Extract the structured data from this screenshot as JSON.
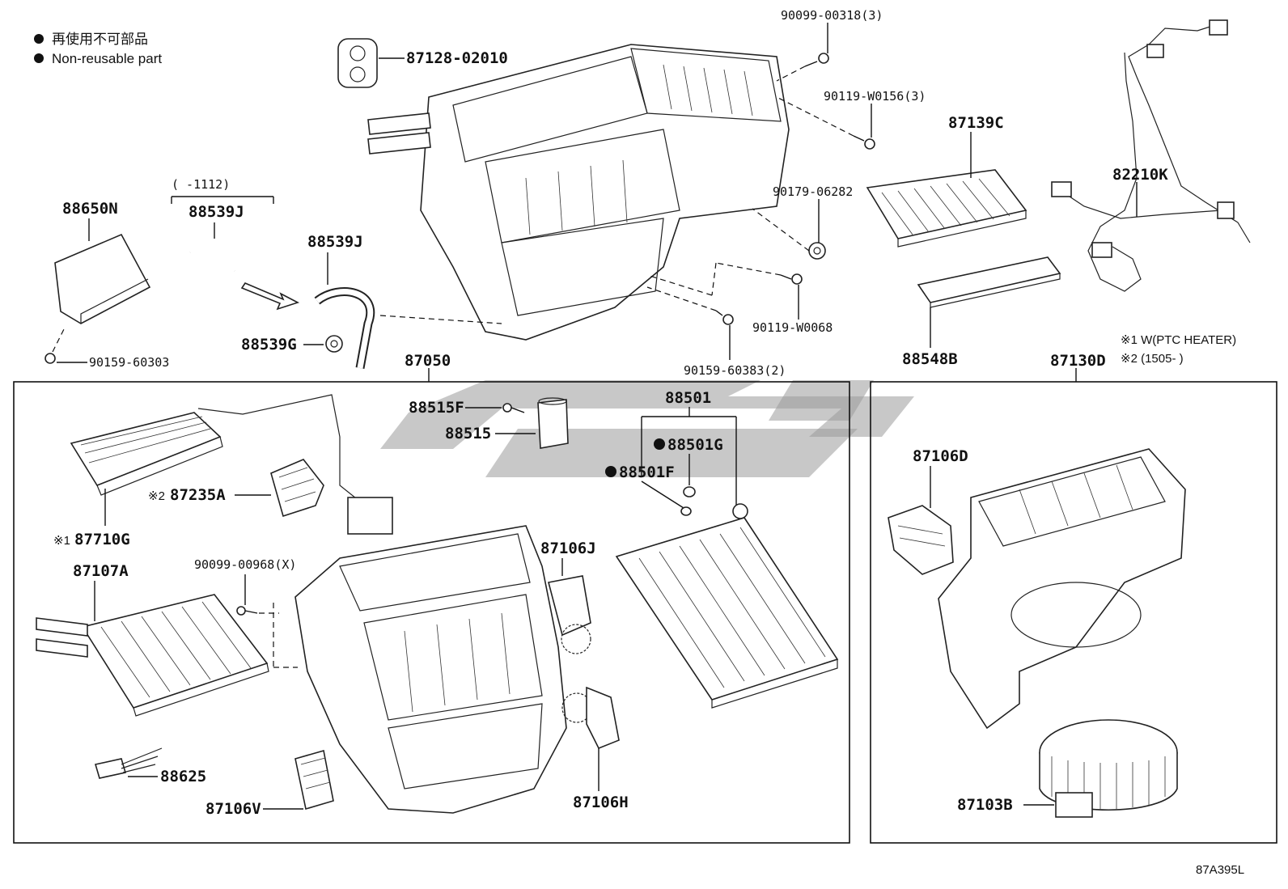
{
  "legend": {
    "line_jp": "再使用不可部品",
    "line_en": "Non-reusable part"
  },
  "notes": {
    "note1": "※1 W(PTC HEATER)",
    "note2": "※2 (1505-       )"
  },
  "diagram_id": "87A395L",
  "labels": {
    "p87128": "87128-02010",
    "p90099_318": "90099-00318(3)",
    "p90119_w0156": "90119-W0156(3)",
    "p87139c": "87139C",
    "p82210k": "82210K",
    "p90179": "90179-06282",
    "p88650n": "88650N",
    "range_1112": "(      -1112)",
    "p88539j_a": "88539J",
    "p88539j_b": "88539J",
    "p88539g": "88539G",
    "p90159_60303": "90159-60303",
    "p90119_w0068": "90119-W0068",
    "p88548b": "88548B",
    "p90159_60383": "90159-60383(2)",
    "p87050": "87050",
    "p87130d": "87130D",
    "p88515f": "88515F",
    "p88515": "88515",
    "p88501": "88501",
    "p88501g": "88501G",
    "p88501f": "88501F",
    "p87235a": "87235A",
    "p87710g": "87710G",
    "p87106d": "87106D",
    "p90099_968": "90099-00968(X)",
    "p87106j": "87106J",
    "p87107a": "87107A",
    "p88625": "88625",
    "p87106v": "87106V",
    "p87106h": "87106H",
    "p87103b": "87103B"
  },
  "prefixes": {
    "p87235a": "※2",
    "p87710g": "※1"
  },
  "nonreusable_marked": [
    "88501G",
    "88501F"
  ],
  "watermark": "logo"
}
